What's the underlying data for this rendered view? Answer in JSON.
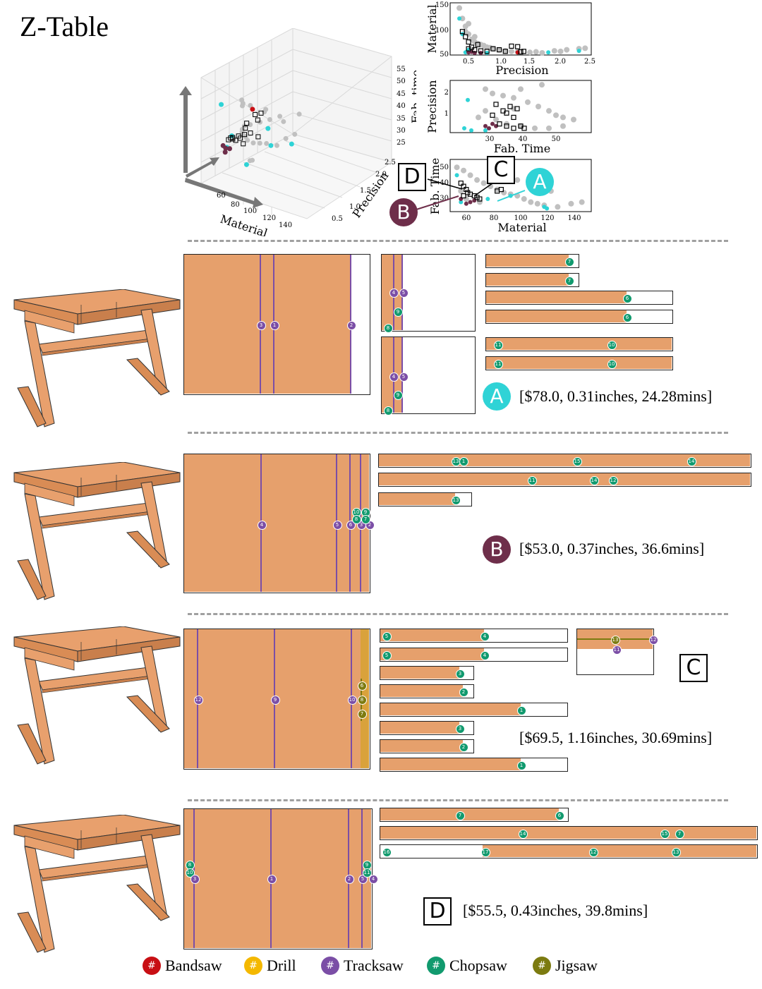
{
  "title": "Z-Table",
  "charts": {
    "mat_prec": {
      "xlabel": "Precision",
      "ylabel": "Material",
      "xticks": [
        "0.5",
        "1.0",
        "1.5",
        "2.0",
        "2.5"
      ],
      "yticks": [
        "50",
        "100",
        "150"
      ]
    },
    "prec_time": {
      "xlabel": "Fab. Time",
      "ylabel": "Precision",
      "xticks": [
        "30",
        "40",
        "50"
      ],
      "yticks": [
        "1",
        "2"
      ]
    },
    "time_mat": {
      "xlabel": "Material",
      "ylabel": "Fab. Time",
      "xticks": [
        "60",
        "80",
        "100",
        "120",
        "140"
      ],
      "yticks": [
        "30",
        "40",
        "50"
      ]
    },
    "three_d": {
      "xlabel": "Material",
      "ylabel": "Precision",
      "zlabel": "Fab. time",
      "xticks": [
        "60",
        "80",
        "100",
        "120",
        "140"
      ],
      "yticks": [
        "0.5",
        "1.0",
        "1.5",
        "2.0",
        "2.5"
      ],
      "zticks": [
        "25",
        "30",
        "35",
        "40",
        "45",
        "50",
        "55"
      ]
    }
  },
  "chart_data": [
    {
      "type": "scatter",
      "xlabel": "Precision",
      "ylabel": "Material",
      "xlim": [
        0.2,
        2.5
      ],
      "ylim": [
        50,
        150
      ],
      "series": [
        {
          "color": "#c0c0c0",
          "points": [
            [
              0.35,
              140
            ],
            [
              0.4,
              120
            ],
            [
              0.45,
              105
            ],
            [
              0.5,
              90
            ],
            [
              0.55,
              80
            ],
            [
              0.6,
              75
            ],
            [
              0.7,
              70
            ],
            [
              0.8,
              65
            ],
            [
              0.9,
              62
            ],
            [
              1.0,
              60
            ],
            [
              1.1,
              58
            ],
            [
              1.3,
              56
            ],
            [
              1.5,
              55
            ],
            [
              1.7,
              54
            ],
            [
              1.9,
              58
            ],
            [
              2.1,
              60
            ],
            [
              2.3,
              62
            ],
            [
              2.4,
              63
            ],
            [
              0.45,
              95
            ],
            [
              0.6,
              85
            ],
            [
              0.75,
              68
            ],
            [
              1.2,
              57
            ],
            [
              1.6,
              56
            ],
            [
              2.0,
              57
            ],
            [
              0.5,
              110
            ],
            [
              0.65,
              72
            ],
            [
              0.85,
              64
            ]
          ]
        },
        {
          "color": "#2fd3d6",
          "points": [
            [
              0.35,
              120
            ],
            [
              0.4,
              90
            ],
            [
              0.5,
              60
            ],
            [
              0.8,
              52
            ],
            [
              1.8,
              55
            ],
            [
              2.3,
              58
            ],
            [
              0.45,
              55
            ]
          ]
        },
        {
          "color": "#6e2e4a",
          "points": [
            [
              0.5,
              55
            ],
            [
              0.6,
              53
            ],
            [
              0.7,
              54
            ],
            [
              0.55,
              56
            ]
          ]
        },
        {
          "color": "#c80f14",
          "points": [
            [
              1.3,
              55
            ]
          ]
        },
        {
          "color": "#000000",
          "marker": "square",
          "points": [
            [
              0.4,
              95
            ],
            [
              0.45,
              85
            ],
            [
              0.5,
              75
            ],
            [
              0.55,
              65
            ],
            [
              0.6,
              60
            ],
            [
              0.7,
              58
            ],
            [
              0.8,
              57
            ],
            [
              0.9,
              62
            ],
            [
              1.0,
              60
            ],
            [
              1.1,
              57
            ],
            [
              1.2,
              67
            ],
            [
              1.3,
              66
            ],
            [
              1.35,
              56
            ],
            [
              1.4,
              57
            ],
            [
              0.65,
              70
            ],
            [
              0.5,
              62
            ]
          ]
        }
      ]
    },
    {
      "type": "scatter",
      "xlabel": "Fab. Time",
      "ylabel": "Precision",
      "xlim": [
        20,
        60
      ],
      "ylim": [
        0.2,
        2.6
      ],
      "series": [
        {
          "color": "#c0c0c0",
          "points": [
            [
              30,
              2.2
            ],
            [
              32,
              2.0
            ],
            [
              35,
              1.9
            ],
            [
              38,
              1.8
            ],
            [
              40,
              2.2
            ],
            [
              42,
              1.6
            ],
            [
              45,
              1.4
            ],
            [
              48,
              1.2
            ],
            [
              50,
              1.0
            ],
            [
              52,
              0.9
            ],
            [
              55,
              0.8
            ],
            [
              36,
              0.6
            ],
            [
              40,
              0.5
            ],
            [
              44,
              0.4
            ],
            [
              48,
              0.4
            ],
            [
              52,
              0.5
            ],
            [
              28,
              0.9
            ],
            [
              30,
              1.2
            ],
            [
              33,
              0.8
            ],
            [
              46,
              2.4
            ],
            [
              38,
              1.3
            ]
          ]
        },
        {
          "color": "#2fd3d6",
          "points": [
            [
              25,
              1.7
            ],
            [
              24,
              0.4
            ],
            [
              26,
              0.3
            ],
            [
              30,
              0.3
            ]
          ]
        },
        {
          "color": "#6e2e4a",
          "points": [
            [
              30,
              0.5
            ],
            [
              31,
              0.4
            ],
            [
              32,
              0.6
            ],
            [
              33,
              0.5
            ]
          ]
        },
        {
          "color": "#000000",
          "marker": "square",
          "points": [
            [
              33,
              1.5
            ],
            [
              35,
              1.2
            ],
            [
              36,
              1.1
            ],
            [
              37,
              1.4
            ],
            [
              38,
              0.9
            ],
            [
              34,
              0.6
            ],
            [
              36,
              0.5
            ],
            [
              38,
              0.4
            ],
            [
              40,
              0.5
            ],
            [
              41,
              0.4
            ],
            [
              32,
              1.0
            ],
            [
              39,
              1.3
            ]
          ]
        }
      ]
    },
    {
      "type": "scatter",
      "xlabel": "Material",
      "ylabel": "Fab. Time",
      "xlim": [
        50,
        155
      ],
      "ylim": [
        22,
        55
      ],
      "series": [
        {
          "color": "#c0c0c0",
          "points": [
            [
              55,
              50
            ],
            [
              60,
              48
            ],
            [
              65,
              45
            ],
            [
              70,
              42
            ],
            [
              75,
              40
            ],
            [
              80,
              38
            ],
            [
              85,
              36
            ],
            [
              90,
              34
            ],
            [
              95,
              33
            ],
            [
              100,
              32
            ],
            [
              105,
              30
            ],
            [
              110,
              28
            ],
            [
              115,
              27
            ],
            [
              120,
              26
            ],
            [
              130,
              25
            ],
            [
              140,
              27
            ],
            [
              148,
              28
            ],
            [
              58,
              35
            ],
            [
              62,
              30
            ],
            [
              72,
              28
            ],
            [
              90,
              45
            ],
            [
              100,
              42
            ],
            [
              110,
              38
            ],
            [
              125,
              35
            ]
          ]
        },
        {
          "color": "#2fd3d6",
          "points": [
            [
              55,
              45
            ],
            [
              58,
              28
            ],
            [
              78,
              30
            ],
            [
              95,
              32
            ],
            [
              120,
              25
            ],
            [
              122,
              24
            ]
          ]
        },
        {
          "color": "#6e2e4a",
          "points": [
            [
              58,
              30
            ],
            [
              62,
              27
            ],
            [
              65,
              28
            ],
            [
              68,
              29
            ]
          ]
        },
        {
          "color": "#000000",
          "marker": "square",
          "points": [
            [
              58,
              40
            ],
            [
              60,
              38
            ],
            [
              62,
              36
            ],
            [
              63,
              34
            ],
            [
              65,
              33
            ],
            [
              68,
              32
            ],
            [
              70,
              31
            ],
            [
              72,
              30
            ],
            [
              85,
              35
            ],
            [
              88,
              36
            ],
            [
              60,
              32
            ]
          ]
        }
      ]
    }
  ],
  "callouts": {
    "A": "A",
    "B": "B",
    "C": "C",
    "D": "D"
  },
  "designs": {
    "A": {
      "stats": "[$78.0, 0.31inches, 24.28mins]"
    },
    "B": {
      "stats": "[$53.0, 0.37inches, 36.6mins]"
    },
    "C": {
      "stats": "[$69.5, 1.16inches, 30.69mins]"
    },
    "D": {
      "stats": "[$55.5, 0.43inches, 39.8mins]"
    }
  },
  "legend": {
    "symbol": "#",
    "items": [
      {
        "label": "Bandsaw",
        "color": "#c80f14"
      },
      {
        "label": "Drill",
        "color": "#f4b800"
      },
      {
        "label": "Tracksaw",
        "color": "#7b4ea6"
      },
      {
        "label": "Chopsaw",
        "color": "#119a6e"
      },
      {
        "label": "Jigsaw",
        "color": "#7c7b10"
      }
    ]
  },
  "colors": {
    "wood": "#e6a06c",
    "tracksaw": "#7b4ea6",
    "chopsaw": "#119a6e",
    "jigsaw": "#7c7b10",
    "pareto_a": "#2fd3d6",
    "pareto_b": "#6e2e4a"
  }
}
